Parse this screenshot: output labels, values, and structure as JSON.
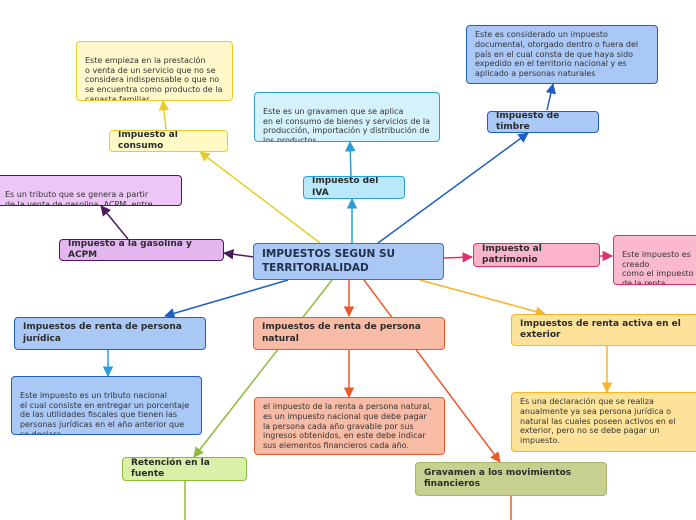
{
  "title": "IMPUESTOS SEGUN SU TERRITORIALIDAD",
  "nodes": {
    "consumo": "Impuesto al consumo",
    "consumo_note": "Este empieza en la prestación\no venta de un servicio que no se considera indispensable o que no se encuentra como producto de la canasta familiar",
    "iva": "Impuesto del IVA",
    "iva_note": "Este es un gravamen que se aplica\nen el consumo de bienes y servicios de la producción, importación y distribución de los productos",
    "timbre": "Impuesto de timbre",
    "timbre_note": "Este es considerado un impuesto documental, otorgado dentro o fuera del país en el cual consta de que haya sido expedido en el territorio nacional y es aplicado a personas naturales",
    "gasolina": "Impuesto a la gasolina y ACPM",
    "gasolina_note": "Es un tributo que se genera a partir\nde la venta de gasolina, ACPM, entre otras",
    "patrimonio": "Impuesto al patrimonio",
    "patrimonio_note": "Este impuesto es creado\ncomo el impuesto de la renta\ny se considera al suma\npor una persona natural",
    "renta_juridica": "Impuestos de renta de persona jurídica",
    "renta_juridica_note": "Este impuesto es un tributo nacional\nel cual consiste en entregar un porcentaje de las utilidades fiscales que tienen las personas jurídicas en el año anterior que se declara.",
    "renta_natural": "Impuestos de renta de persona natural",
    "renta_natural_note": "el impuesto de la renta a persona natural, es un impuesto nacional que debe pagar la persona cada año gravable por sus ingresos obtenidos, en este debe indicar sus elementos financieros cada año.",
    "renta_exterior": "Impuestos de renta activa en el exterior",
    "renta_exterior_note": "Es una declaración que se realiza anualmente ya sea persona jurídica o natural las cuales poseen activos en el exterior, pero no se debe pagar un impuesto.",
    "retencion": "Retención en la fuente",
    "gravamen": "Gravamen a los movimientos financieros"
  },
  "colors": {
    "yellow": "#e8cd2a",
    "blue": "#1f5fbf",
    "cyan": "#2a9fd6",
    "purple": "#4a1a5c",
    "pink": "#e0306a",
    "orange": "#e85a2a",
    "green": "#8ebb3a",
    "gold": "#f5b42a",
    "central_fill": "#a9c8f5"
  }
}
